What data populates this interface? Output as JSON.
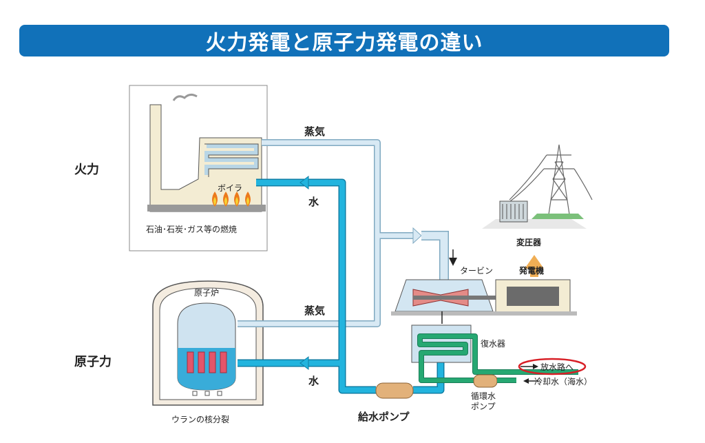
{
  "title": "火力発電と原子力発電の違い",
  "rows": {
    "thermal": "火力",
    "nuclear": "原子力"
  },
  "thermal_plant": {
    "boiler": "ボイラ",
    "fuel_caption": "石油･石炭･ガス等の燃焼"
  },
  "nuclear_plant": {
    "reactor": "原子炉",
    "fuel_caption": "ウランの核分裂"
  },
  "flows": {
    "steam_top": "蒸気",
    "water_top": "水",
    "steam_bottom": "蒸気",
    "water_bottom": "水"
  },
  "components": {
    "turbine": "タービン",
    "generator": "発電機",
    "transformer": "変圧器",
    "condenser": "復水器",
    "feed_pump": "給水ポンプ",
    "circ_pump_line1": "循環水",
    "circ_pump_line2": "ポンプ",
    "discharge": "放水路へ",
    "cooling_water": "冷却水（海水）"
  },
  "colors": {
    "banner": "#1171b9",
    "steam_pipe": "#d3e6f2",
    "water_pipe": "#1ba8d2",
    "cooling_pipe": "#1f9d6a",
    "highlight": "#d81f26"
  }
}
